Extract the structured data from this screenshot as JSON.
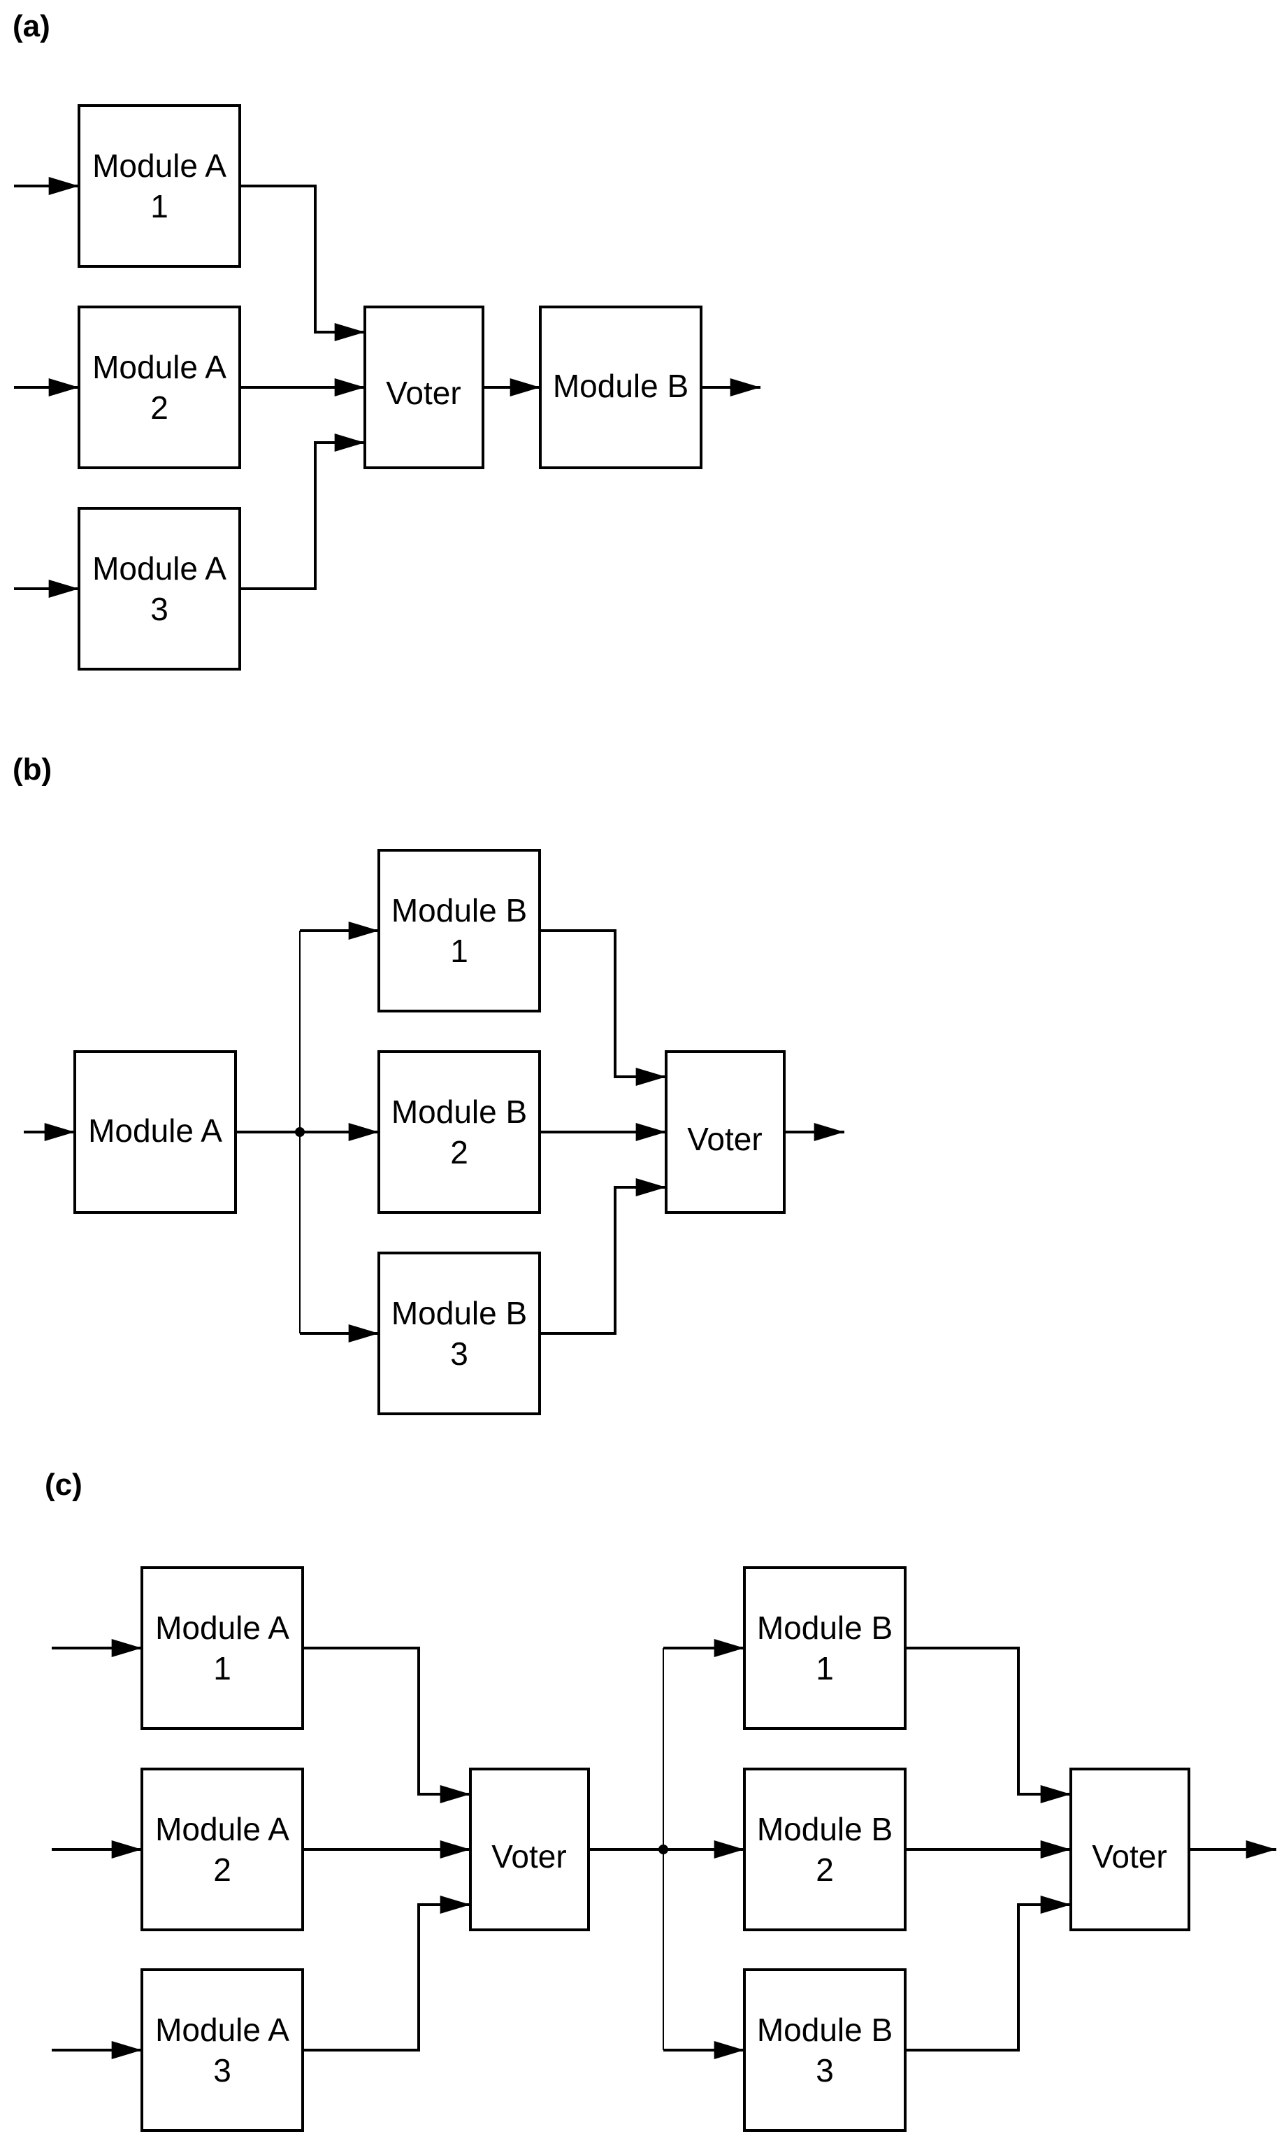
{
  "panels": [
    {
      "label": "(a)",
      "modules_a": [
        {
          "name": "Module A",
          "index": "1"
        },
        {
          "name": "Module A",
          "index": "2"
        },
        {
          "name": "Module A",
          "index": "3"
        }
      ],
      "voter": "Voter",
      "module_b": "Module B"
    },
    {
      "label": "(b)",
      "module_a": "Module A",
      "modules_b": [
        {
          "name": "Module B",
          "index": "1"
        },
        {
          "name": "Module B",
          "index": "2"
        },
        {
          "name": "Module B",
          "index": "3"
        }
      ],
      "voter": "Voter"
    },
    {
      "label": "(c)",
      "modules_a": [
        {
          "name": "Module A",
          "index": "1"
        },
        {
          "name": "Module A",
          "index": "2"
        },
        {
          "name": "Module A",
          "index": "3"
        }
      ],
      "voter_1": "Voter",
      "modules_b": [
        {
          "name": "Module B",
          "index": "1"
        },
        {
          "name": "Module B",
          "index": "2"
        },
        {
          "name": "Module B",
          "index": "3"
        }
      ],
      "voter_2": "Voter"
    }
  ]
}
